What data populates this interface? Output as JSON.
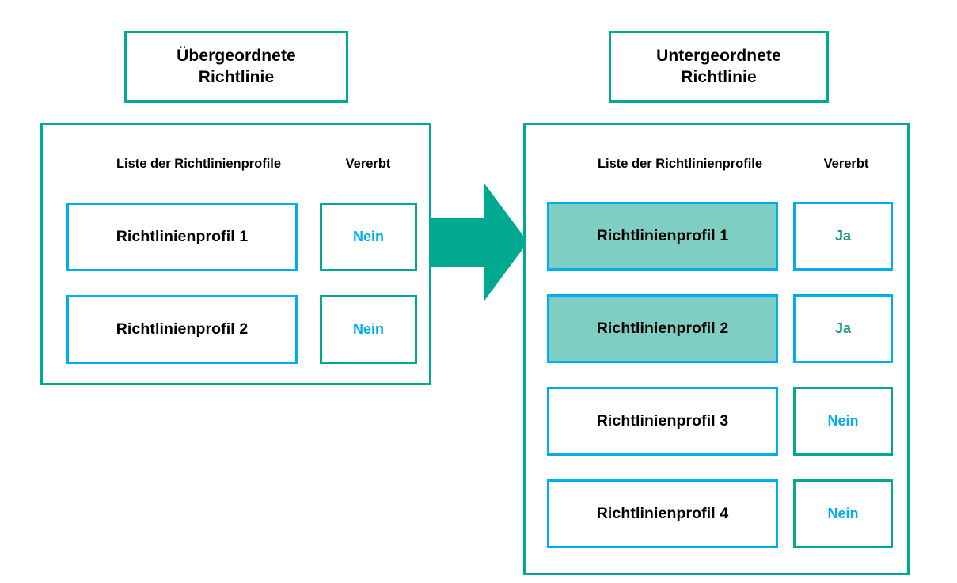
{
  "colors": {
    "teal_border": "#00a98f",
    "blue_border": "#00aeef",
    "highlight_fill": "#7fcec4",
    "arrow_fill": "#00a98f",
    "nein_text": "#00aeef",
    "ja_text": "#159b7e",
    "background": "#ffffff",
    "text": "#000000"
  },
  "left": {
    "title": "Übergeordnete\nRichtlinie",
    "title_line1": "Übergeordnete",
    "title_line2": "Richtlinie",
    "headers": {
      "profiles": "Liste der Richtlinienprofile",
      "inherited": "Vererbt"
    },
    "rows": [
      {
        "profile": "Richtlinienprofil 1",
        "inherited": "Nein",
        "highlighted": false,
        "profile_border": "blue",
        "inherit_border": "green"
      },
      {
        "profile": "Richtlinienprofil 2",
        "inherited": "Nein",
        "highlighted": false,
        "profile_border": "blue",
        "inherit_border": "green"
      }
    ]
  },
  "arrow": {
    "icon": "arrow-right-icon",
    "direction": "right"
  },
  "right": {
    "title": "Untergeordnete\nRichtlinie",
    "title_line1": "Untergeordnete",
    "title_line2": "Richtlinie",
    "headers": {
      "profiles": "Liste der Richtlinienprofile",
      "inherited": "Vererbt"
    },
    "rows": [
      {
        "profile": "Richtlinienprofil 1",
        "inherited": "Ja",
        "highlighted": true,
        "profile_border": "blue",
        "inherit_border": "blue"
      },
      {
        "profile": "Richtlinienprofil 2",
        "inherited": "Ja",
        "highlighted": true,
        "profile_border": "blue",
        "inherit_border": "blue"
      },
      {
        "profile": "Richtlinienprofil 3",
        "inherited": "Nein",
        "highlighted": false,
        "profile_border": "blue",
        "inherit_border": "green"
      },
      {
        "profile": "Richtlinienprofil 4",
        "inherited": "Nein",
        "highlighted": false,
        "profile_border": "blue",
        "inherit_border": "green"
      }
    ]
  }
}
